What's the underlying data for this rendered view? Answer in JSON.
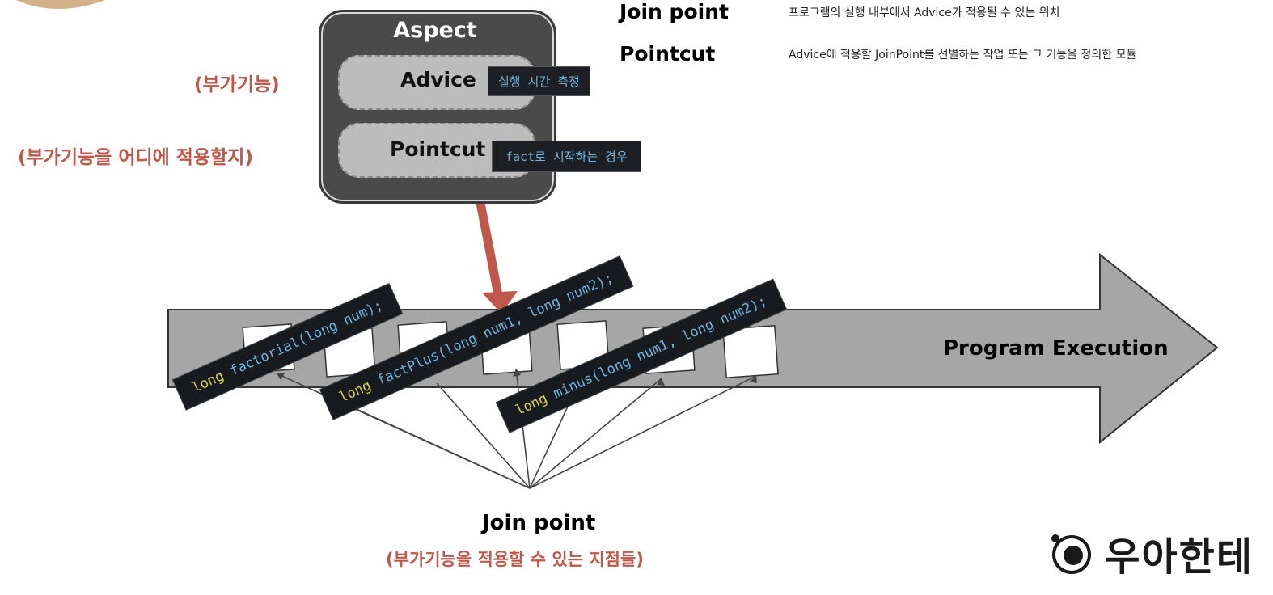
{
  "top_right": {
    "joinpoint_term": "Join point",
    "joinpoint_def": "프로그램의 실행 내부에서 Advice가 적용될 수 있는 위치",
    "pointcut_term": "Pointcut",
    "pointcut_def": "Advice에 적용할 JoinPoint를 선별하는 작업 또는 그 기능을 정의한 모듈"
  },
  "left_labels": {
    "advice_note": "(부가기능)",
    "pointcut_note": "(부가기능을 어디에 적용할지)"
  },
  "aspect": {
    "title": "Aspect",
    "advice_label": "Advice",
    "advice_tag": "실행 시간 측정",
    "pointcut_label": "Pointcut",
    "pointcut_tag": "fact로 시작하는 경우"
  },
  "execution": {
    "label": "Program Execution"
  },
  "methods": [
    {
      "ret": "long",
      "name": "factorial",
      "params": "(long num);"
    },
    {
      "ret": "long",
      "name": "factPlus",
      "params": "(long num1, long num2);"
    },
    {
      "ret": "long",
      "name": "minus",
      "params": "(long num1, long num2);"
    }
  ],
  "bottom": {
    "joinpoint_label": "Join point",
    "joinpoint_note": "(부가기능을 적용할 수 있는 지점들)"
  },
  "logo": {
    "text": "우아한테"
  },
  "colors": {
    "accent_red": "#c0574b",
    "arrow_gray": "#a6a6a6",
    "aspect_dark": "#4a4a4a",
    "code_bg": "#171a1f"
  }
}
